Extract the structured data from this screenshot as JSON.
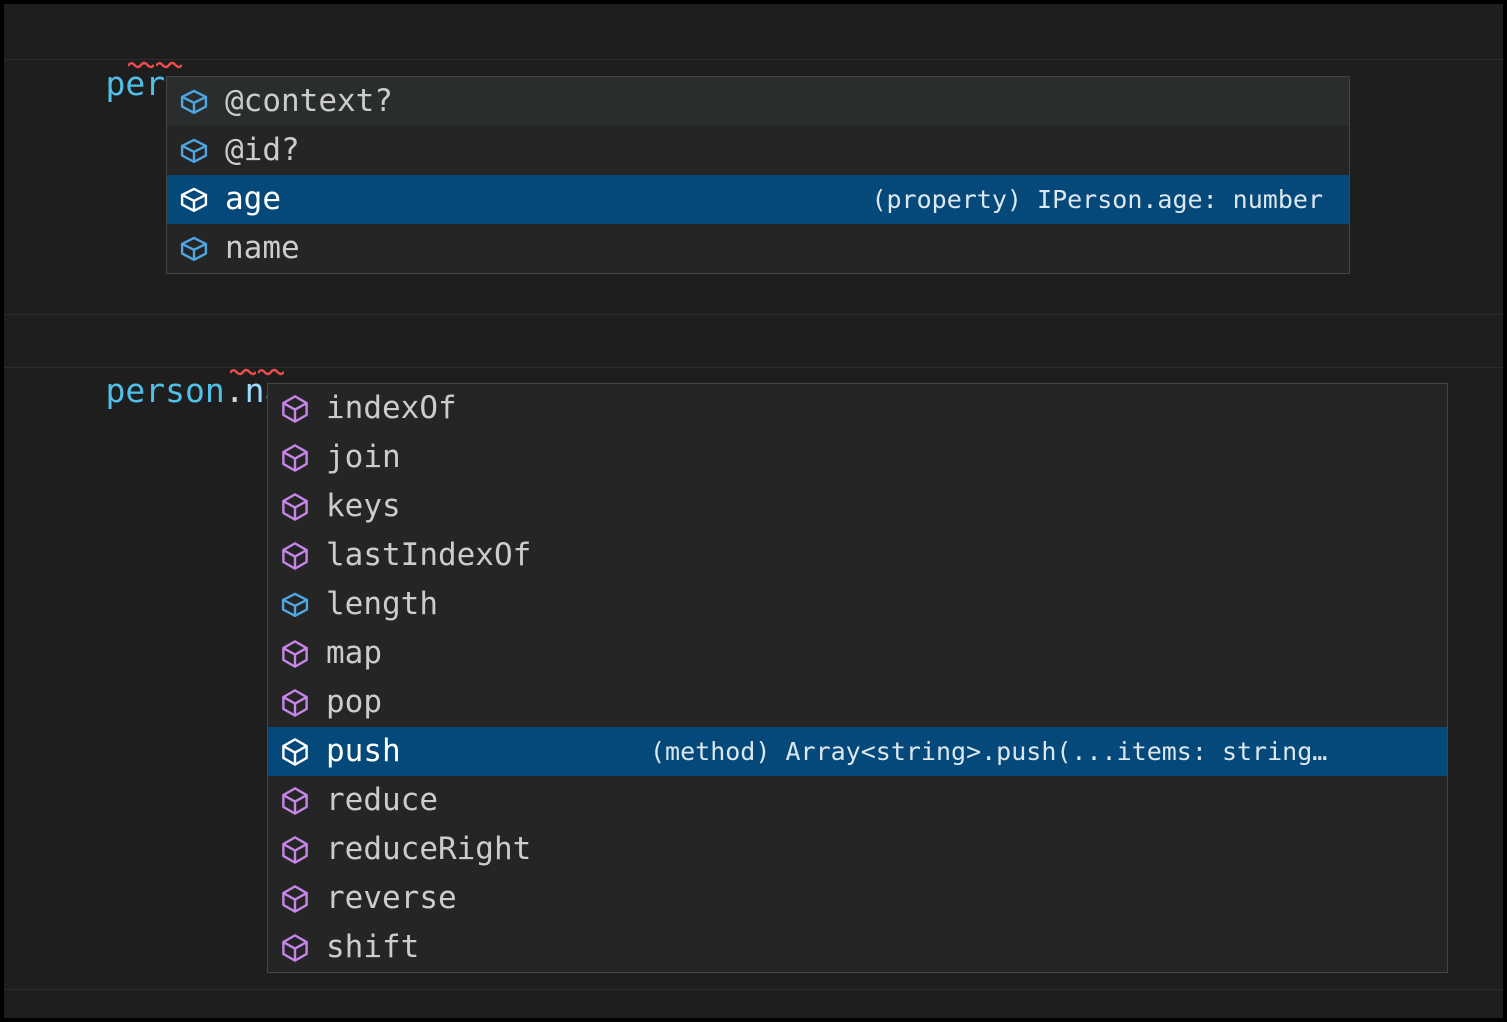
{
  "editor": {
    "theme_background": "#1e1e1e",
    "selection_color": "#04497a",
    "code_lines": [
      {
        "variable": "person",
        "accessors": "",
        "dot": ".",
        "terminator": ";"
      },
      {
        "variable": "person",
        "accessors": ".name",
        "dot": ".",
        "terminator": ";"
      }
    ]
  },
  "code": {
    "line1_var": "person",
    "line1_dot": ".",
    "line1_semi": ";",
    "line2_var": "person",
    "line2_dot1": ".",
    "line2_prop": "name",
    "line2_dot2": ".",
    "line2_semi": ";"
  },
  "suggest_person": {
    "items": [
      {
        "label": "@context?",
        "icon": "property-cube-icon",
        "icon_color": "#4fa6e0",
        "detail": "",
        "state": "hovered"
      },
      {
        "label": "@id?",
        "icon": "property-cube-icon",
        "icon_color": "#4fa6e0",
        "detail": "",
        "state": "normal"
      },
      {
        "label": "age",
        "icon": "property-cube-icon",
        "icon_color": "#ffffff",
        "detail": "(property) IPerson.age: number",
        "state": "selected"
      },
      {
        "label": "name",
        "icon": "property-cube-icon",
        "icon_color": "#4fa6e0",
        "detail": "",
        "state": "normal"
      }
    ]
  },
  "suggest_name": {
    "items": [
      {
        "label": "indexOf",
        "icon": "method-cube-icon",
        "icon_color": "#c586e8",
        "detail": "",
        "state": "normal"
      },
      {
        "label": "join",
        "icon": "method-cube-icon",
        "icon_color": "#c586e8",
        "detail": "",
        "state": "normal"
      },
      {
        "label": "keys",
        "icon": "method-cube-icon",
        "icon_color": "#c586e8",
        "detail": "",
        "state": "normal"
      },
      {
        "label": "lastIndexOf",
        "icon": "method-cube-icon",
        "icon_color": "#c586e8",
        "detail": "",
        "state": "normal"
      },
      {
        "label": "length",
        "icon": "property-cube-icon",
        "icon_color": "#4fa6e0",
        "detail": "",
        "state": "normal"
      },
      {
        "label": "map",
        "icon": "method-cube-icon",
        "icon_color": "#c586e8",
        "detail": "",
        "state": "normal"
      },
      {
        "label": "pop",
        "icon": "method-cube-icon",
        "icon_color": "#c586e8",
        "detail": "",
        "state": "normal"
      },
      {
        "label": "push",
        "icon": "method-cube-icon",
        "icon_color": "#ffffff",
        "detail": "(method) Array<string>.push(...items: string…",
        "state": "selected"
      },
      {
        "label": "reduce",
        "icon": "method-cube-icon",
        "icon_color": "#c586e8",
        "detail": "",
        "state": "normal"
      },
      {
        "label": "reduceRight",
        "icon": "method-cube-icon",
        "icon_color": "#c586e8",
        "detail": "",
        "state": "normal"
      },
      {
        "label": "reverse",
        "icon": "method-cube-icon",
        "icon_color": "#c586e8",
        "detail": "",
        "state": "normal"
      },
      {
        "label": "shift",
        "icon": "method-cube-icon",
        "icon_color": "#c586e8",
        "detail": "",
        "state": "normal"
      }
    ]
  }
}
